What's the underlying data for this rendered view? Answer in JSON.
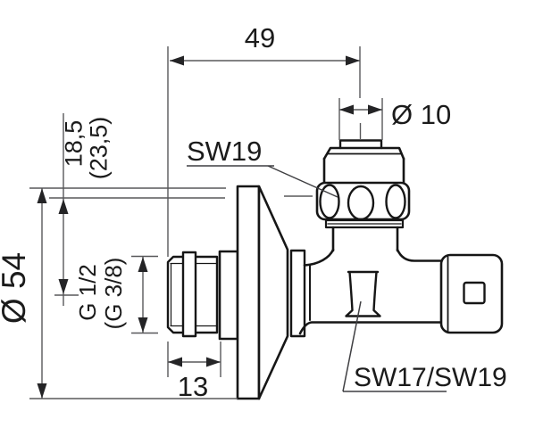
{
  "drawing": {
    "dimensions": {
      "top_width": "49",
      "pipe_diameter": "Ø 10",
      "axis_height": "18,5",
      "axis_height_alt": "(23,5)",
      "flange_diameter": "Ø 54",
      "thread_size": "G 1/2",
      "thread_size_alt": "(G 3/8)",
      "thread_length": "13"
    },
    "labels": {
      "top_nut_wrench": "SW19",
      "body_wrench": "SW17/SW19"
    },
    "colors": {
      "outline": "#161616",
      "dimension_line": "#58585a",
      "text": "#1b1b1b",
      "background": "#ffffff"
    }
  }
}
